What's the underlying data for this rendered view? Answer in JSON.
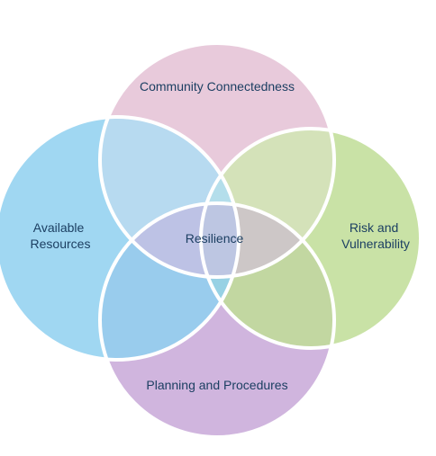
{
  "diagram": {
    "center_label": "Resilience",
    "circles": [
      {
        "id": "top",
        "label_lines": [
          "Community Connectedness"
        ],
        "color": "#d9a9c4"
      },
      {
        "id": "left",
        "label_lines": [
          "Available",
          "Resources"
        ],
        "color": "#8fd0f0"
      },
      {
        "id": "right",
        "label_lines": [
          "Risk and",
          "Vulnerability"
        ],
        "color": "#bfdd96"
      },
      {
        "id": "bottom",
        "label_lines": [
          "Planning and Procedures"
        ],
        "color": "#c8a8d8"
      }
    ],
    "text_color": "#1c3f62",
    "stroke_color": "#ffffff"
  }
}
